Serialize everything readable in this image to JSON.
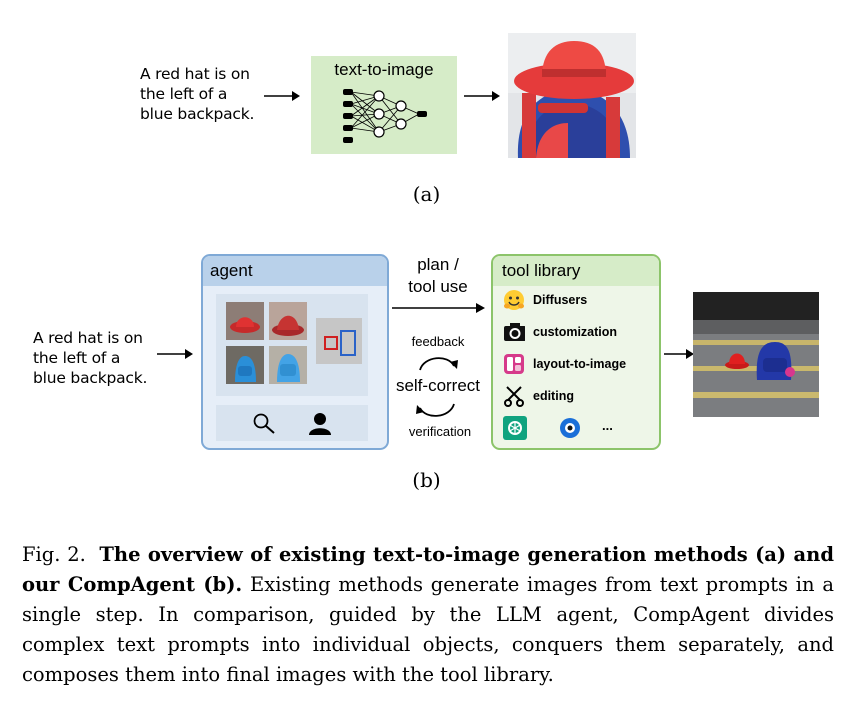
{
  "figure_a": {
    "prompt_line1": "A red hat is on",
    "prompt_line2": "the left of a",
    "prompt_line3": "blue backpack.",
    "model_label": "text-to-image",
    "label": "(a)"
  },
  "figure_b": {
    "prompt_line1": "A red hat is on",
    "prompt_line2": "the left of a",
    "prompt_line3": "blue backpack.",
    "agent_title": "agent",
    "plan_line1": "plan /",
    "plan_line2": "tool use",
    "feedback": "feedback",
    "self_correct": "self-correct",
    "verification": "verification",
    "tool_library_title": "tool library",
    "tools": [
      {
        "label": "Diffusers",
        "icon": "hugging-face-icon"
      },
      {
        "label": "customization",
        "icon": "camera-icon"
      },
      {
        "label": "layout-to-image",
        "icon": "layout-icon"
      },
      {
        "label": "editing",
        "icon": "scissors-icon"
      }
    ],
    "more": "...",
    "label": "(b)"
  },
  "caption": {
    "prefix": "Fig. 2.",
    "bold": "The overview of existing text-to-image generation methods (a) and our CompAgent (b).",
    "text": "Existing methods generate images from text prompts in a single step. In comparison, guided by the LLM agent, CompAgent divides complex text prompts into individual objects, conquers them separately, and composes them into final images with the tool library."
  },
  "colors": {
    "green_fill": "#d6ecc8",
    "green_border": "#8cc46a",
    "blue_fill": "#dce8f5",
    "blue_border": "#7fa9d6",
    "agent_header": "#b9d1ea"
  }
}
